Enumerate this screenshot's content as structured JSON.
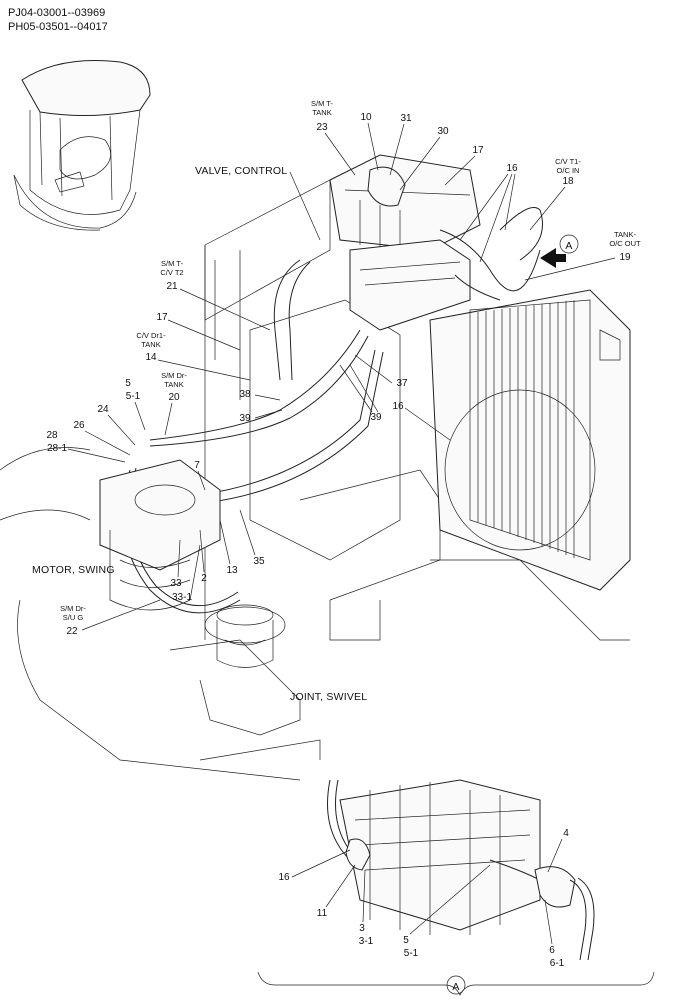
{
  "header": {
    "serial_1": "PJ04-03001--03969",
    "serial_2": "PH05-03501--04017"
  },
  "labels": {
    "valve_control": "VALVE, CONTROL",
    "motor_swing": "MOTOR, SWING",
    "joint_swivel": "JOINT, SWIVEL",
    "view_marker": "A",
    "view_marker_bottom": "A"
  },
  "notes": {
    "sm_t_tank": [
      "S/M T-",
      "TANK"
    ],
    "cv_t1_oc_in": [
      "C/V T1-",
      "O/C IN"
    ],
    "tank_oc_out": [
      "TANK-",
      "O/C OUT"
    ],
    "sm_t_cv_t2": [
      "S/M T-",
      "C/V T2"
    ],
    "cv_dr1_tank": [
      "C/V Dr1-",
      "TANK"
    ],
    "sm_dr_tank": [
      "S/M Dr-",
      "TANK"
    ],
    "sm_dr_su_g": [
      "S/M Dr-",
      "S/U G"
    ]
  },
  "callouts": {
    "c23": "23",
    "c10": "10",
    "c31": "31",
    "c30": "30",
    "c17a": "17",
    "c16a": "16",
    "c18": "18",
    "c19": "19",
    "c21": "21",
    "c17b": "17",
    "c14": "14",
    "c5": "5",
    "c5_1": "5-1",
    "c20": "20",
    "c38": "38",
    "c39a": "39",
    "c37": "37",
    "c39b": "39",
    "c16b": "16",
    "c24": "24",
    "c28": "28",
    "c28_1": "28-1",
    "c26": "26",
    "c7": "7",
    "c33": "33",
    "c33_1": "33-1",
    "c2": "2",
    "c13": "13",
    "c35": "35",
    "c22": "22",
    "c16c": "16",
    "c11": "11",
    "c3": "3",
    "c3_1": "3-1",
    "c5b": "5",
    "c5_1b": "5-1",
    "c4": "4",
    "c6": "6",
    "c6_1": "6-1"
  }
}
